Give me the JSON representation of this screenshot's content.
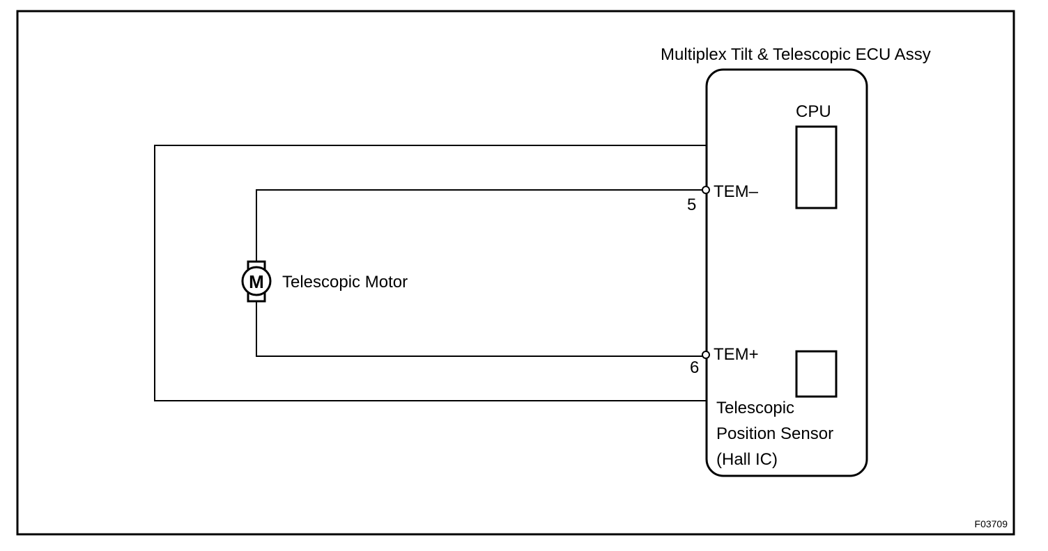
{
  "ecu": {
    "title": "Multiplex Tilt & Telescopic ECU Assy",
    "cpu_label": "CPU",
    "sensor_label_lines": [
      "Telescopic",
      "Position Sensor",
      "(Hall IC)"
    ]
  },
  "terminals": [
    {
      "name": "TEM–",
      "pin": "5"
    },
    {
      "name": "TEM+",
      "pin": "6"
    }
  ],
  "motor": {
    "symbol": "M",
    "label": "Telescopic Motor"
  },
  "figure_code": "F03709",
  "colors": {
    "line": "#000000",
    "background": "#ffffff"
  }
}
